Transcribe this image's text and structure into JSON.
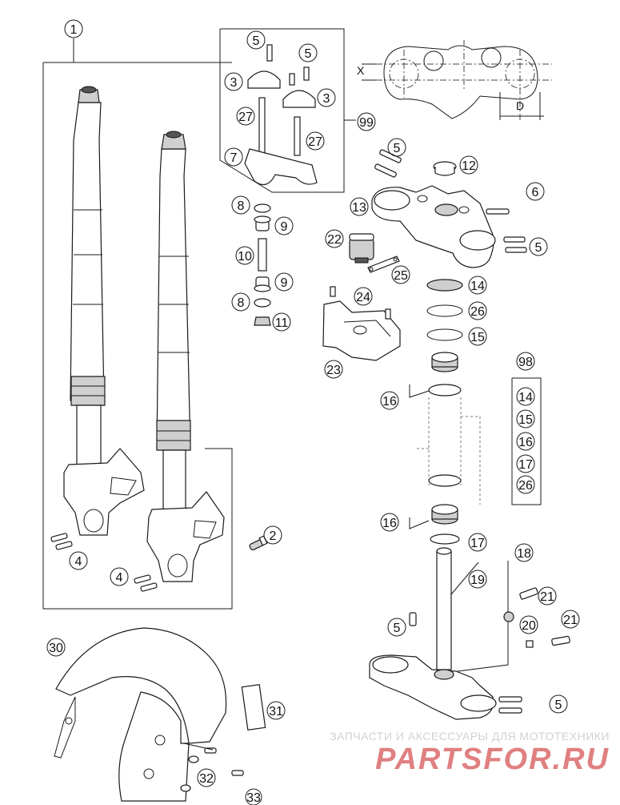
{
  "callouts": {
    "c1": "1",
    "c2": "2",
    "c3a": "3",
    "c3b": "3",
    "c4a": "4",
    "c4b": "4",
    "c5a": "5",
    "c5b": "5",
    "c5c": "5",
    "c5d": "5",
    "c5e": "5",
    "c5f": "5",
    "c6": "6",
    "c7": "7",
    "c8a": "8",
    "c8b": "8",
    "c9a": "9",
    "c9b": "9",
    "c10": "10",
    "c11": "11",
    "c12": "12",
    "c13": "13",
    "c14": "14",
    "c15": "15",
    "c16a": "16",
    "c16b": "16",
    "c17": "17",
    "c18": "18",
    "c19": "19",
    "c20": "20",
    "c21a": "21",
    "c21b": "21",
    "c22": "22",
    "c23": "23",
    "c24": "24",
    "c25": "25",
    "c26": "26",
    "c27a": "27",
    "c27b": "27",
    "c30": "30",
    "c31": "31",
    "c32": "32",
    "c33": "33",
    "c98": "98",
    "c99": "99"
  },
  "kit98": [
    "14",
    "15",
    "16",
    "17",
    "26"
  ],
  "dimension_labels": {
    "x": "X",
    "d": "D"
  },
  "watermark": {
    "tagline": "ЗАПЧАСТИ И АКСЕССУАРЫ ДЛЯ МОТОТЕХНИКИ",
    "brand": "PARTSFOR.RU"
  },
  "colors": {
    "line": "#1a1a1a",
    "part_fill": "#ffffff",
    "shade": "#cfcfcf",
    "watermark_brand": "#e08080",
    "watermark_tagline": "#d2d2d2"
  }
}
